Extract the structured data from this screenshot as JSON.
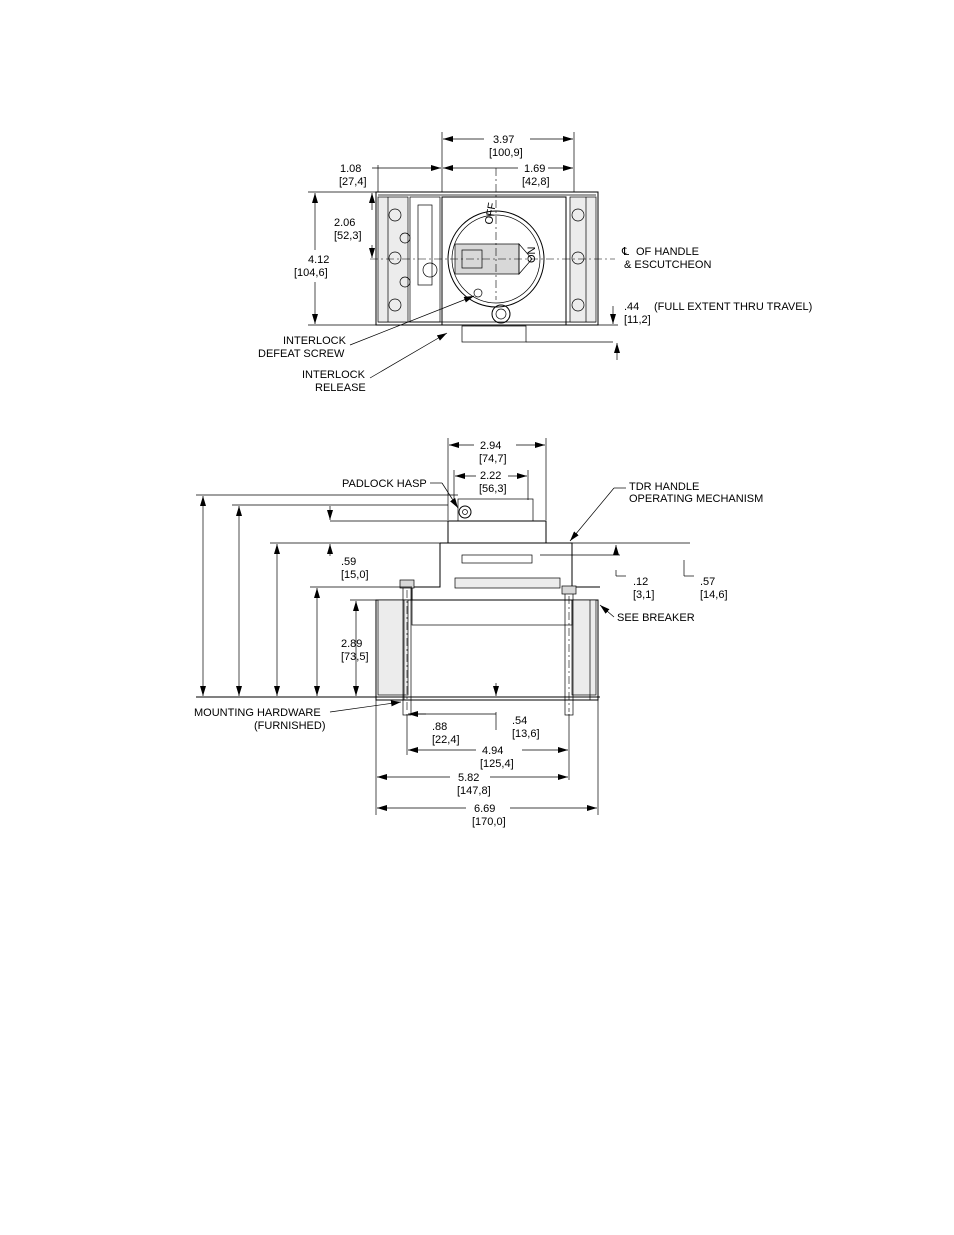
{
  "top_view": {
    "dim_overall_width": "3.97",
    "dim_overall_width_mm": "[100,9]",
    "dim_left_offset": "1.08",
    "dim_left_offset_mm": "[27,4]",
    "dim_right_offset": "1.69",
    "dim_right_offset_mm": "[42,8]",
    "dim_center_height": "2.06",
    "dim_center_height_mm": "[52,3]",
    "dim_height": "4.12",
    "dim_height_mm": "[104,6]",
    "centerline_label_1": "OF HANDLE",
    "centerline_label_2": "& ESCUTCHEON",
    "dim_travel": ".44",
    "dim_travel_note": "(FULL EXTENT THRU TRAVEL)",
    "dim_travel_mm": "[11,2]",
    "interlock_defeat_1": "INTERLOCK",
    "interlock_defeat_2": "DEFEAT SCREW",
    "interlock_release_1": "INTERLOCK",
    "interlock_release_2": "RELEASE"
  },
  "side_view": {
    "dim_294": "2.94",
    "dim_294_mm": "[74,7]",
    "dim_222": "2.22",
    "dim_222_mm": "[56,3]",
    "padlock_hasp": "PADLOCK HASP",
    "tdr_label_1": "TDR HANDLE",
    "tdr_label_2": "OPERATING MECHANISM",
    "dim_059": ".59",
    "dim_059_mm": "[15,0]",
    "dim_012": ".12",
    "dim_012_mm": "[3,1]",
    "dim_057": ".57",
    "dim_057_mm": "[14,6]",
    "see_breaker": "SEE BREAKER",
    "dim_289": "2.89",
    "dim_289_mm": "[73,5]",
    "mounting_1": "MOUNTING HARDWARE",
    "mounting_2": "(FURNISHED)",
    "dim_088": ".88",
    "dim_088_mm": "[22,4]",
    "dim_054": ".54",
    "dim_054_mm": "[13,6]",
    "dim_494": "4.94",
    "dim_494_mm": "[125,4]",
    "dim_582": "5.82",
    "dim_582_mm": "[147,8]",
    "dim_669": "6.69",
    "dim_669_mm": "[170,0]"
  }
}
